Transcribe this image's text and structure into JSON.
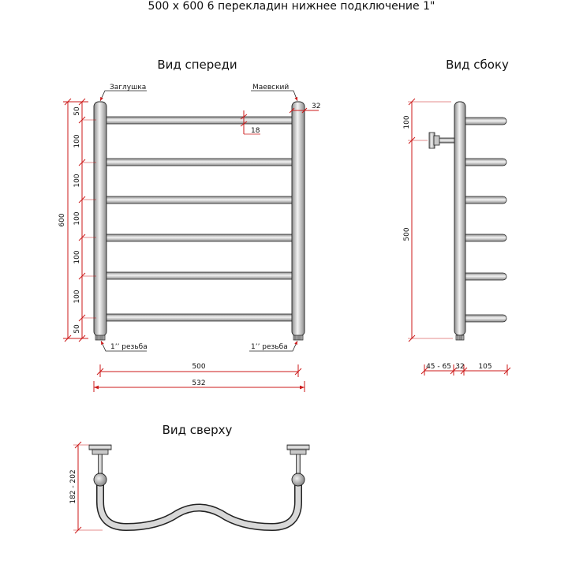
{
  "title": "500 x 600 6 перекладин нижнее подключение 1\"",
  "colors": {
    "dimension": "#cc1a1a",
    "outline": "#222222",
    "tube_light": "#f4f4f4",
    "tube_dark": "#8c8c8c",
    "text": "#111111"
  },
  "front_view": {
    "title": "Вид спереди",
    "plug_label": "Заглушка",
    "vent_label": "Маевский",
    "thread_left": "1’’ резьба",
    "thread_right": "1’’ резьба",
    "height_total": "600",
    "spacings": [
      "50",
      "100",
      "100",
      "100",
      "100",
      "100",
      "50"
    ],
    "pipe_diameter": "32",
    "bar_diameter": "18",
    "width_centers": "500",
    "width_total": "532"
  },
  "side_view": {
    "title": "Вид сбоку",
    "top_offset": "100",
    "height": "500",
    "wall_distance": "45 - 65",
    "pipe_diameter": "32",
    "bar_depth": "105"
  },
  "top_view": {
    "title": "Вид сверху",
    "depth": "182 - 202"
  }
}
